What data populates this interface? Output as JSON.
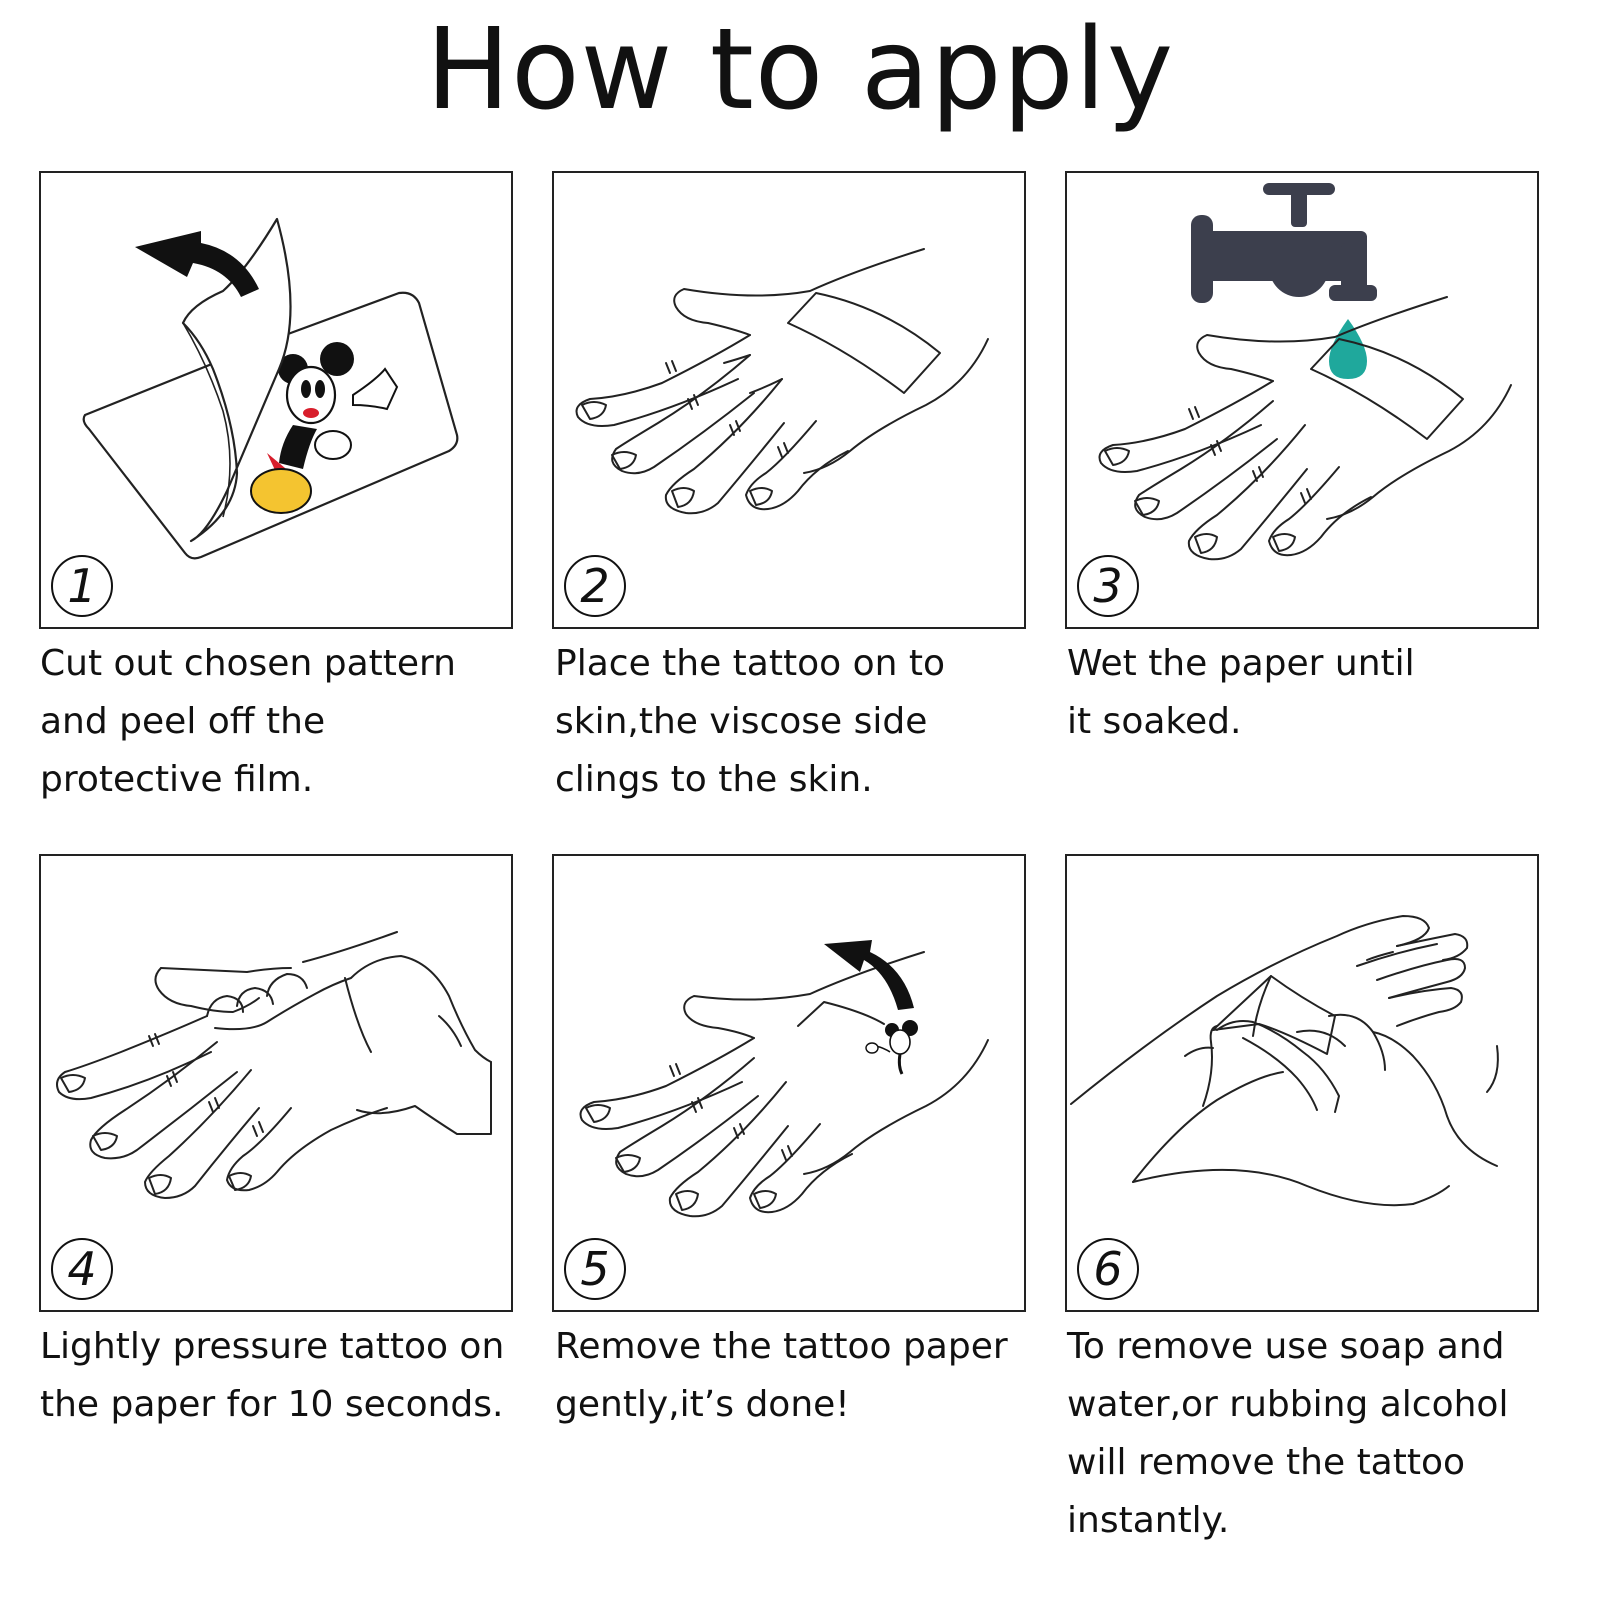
{
  "title": "How to apply",
  "colors": {
    "line": "#222222",
    "faucet": "#3c3f4d",
    "water_drop": "#1fa89c",
    "sticker_yellow": "#f4c430",
    "sticker_red": "#d81e2c"
  },
  "steps": [
    {
      "number": "1",
      "icon": "peel-film-icon",
      "lines": [
        "Cut out chosen pattern",
        "and peel off the",
        "protective film."
      ]
    },
    {
      "number": "2",
      "icon": "place-tattoo-on-hand-icon",
      "lines": [
        "Place the tattoo on to",
        "skin,the viscose side",
        "clings to the skin."
      ]
    },
    {
      "number": "3",
      "icon": "faucet-water-drop-icon",
      "lines": [
        "Wet the paper until",
        "it soaked."
      ]
    },
    {
      "number": "4",
      "icon": "press-hand-icon",
      "lines": [
        "Lightly pressure tattoo on",
        "the paper for 10 seconds."
      ]
    },
    {
      "number": "5",
      "icon": "remove-paper-icon",
      "lines": [
        "Remove the tattoo paper",
        "gently,it’s done!"
      ]
    },
    {
      "number": "6",
      "icon": "rub-remove-icon",
      "lines": [
        "To remove use soap and",
        "water,or rubbing alcohol",
        "will remove the tattoo",
        "instantly."
      ]
    }
  ]
}
